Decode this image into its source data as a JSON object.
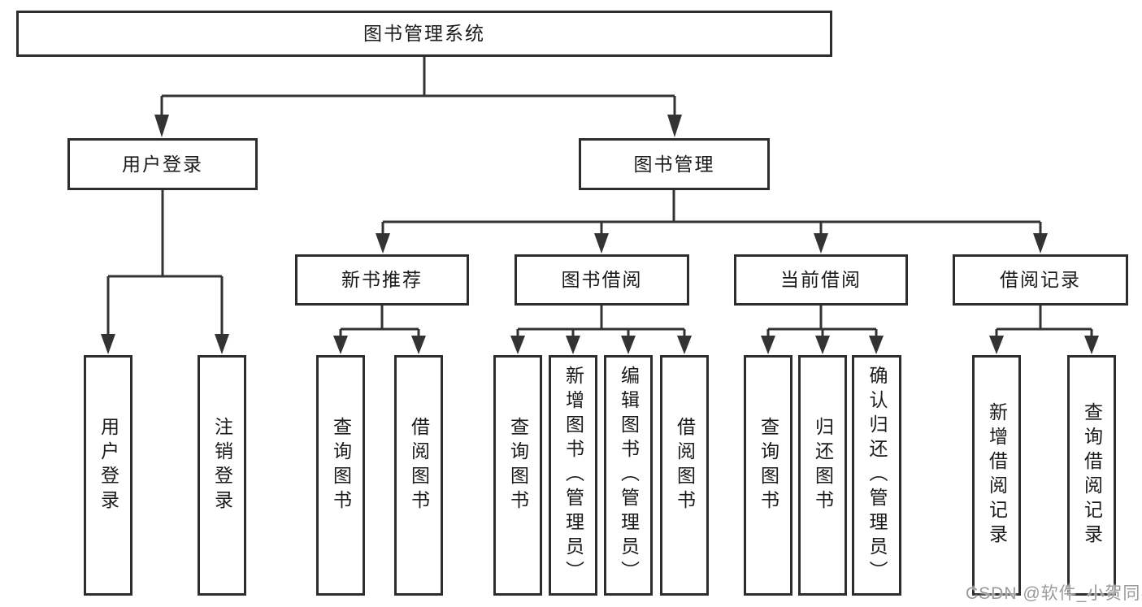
{
  "diagram": {
    "root": {
      "label": "图书管理系统"
    },
    "level2": {
      "user_login": {
        "label": "用户登录"
      },
      "book_mgmt": {
        "label": "图书管理"
      }
    },
    "level3": {
      "new_book": {
        "label": "新书推荐"
      },
      "borrow": {
        "label": "图书借阅"
      },
      "current": {
        "label": "当前借阅"
      },
      "record": {
        "label": "借阅记录"
      }
    },
    "leaves": {
      "login": {
        "label": "用户登录"
      },
      "logout": {
        "label": "注销登录"
      },
      "nb_query": {
        "label": "查询图书"
      },
      "nb_borrow": {
        "label": "借阅图书"
      },
      "bw_query": {
        "label": "查询图书"
      },
      "bw_add": {
        "label": "新增图书（管理员）"
      },
      "bw_edit": {
        "label": "编辑图书（管理员）"
      },
      "bw_borrow": {
        "label": "借阅图书"
      },
      "cu_query": {
        "label": "查询图书"
      },
      "cu_return": {
        "label": "归还图书"
      },
      "cu_confirm": {
        "label": "确认归还（管理员）"
      },
      "re_add": {
        "label": "新增借阅记录"
      },
      "re_query": {
        "label": "查询借阅记录"
      }
    },
    "colors": {
      "line": "#333333",
      "box_border": "#2d2d2d",
      "text": "#1a1a1a",
      "background": "#ffffff",
      "watermark": "#9a9a9a"
    }
  },
  "watermark": {
    "text": "CSDN @软件_小贺同学"
  }
}
